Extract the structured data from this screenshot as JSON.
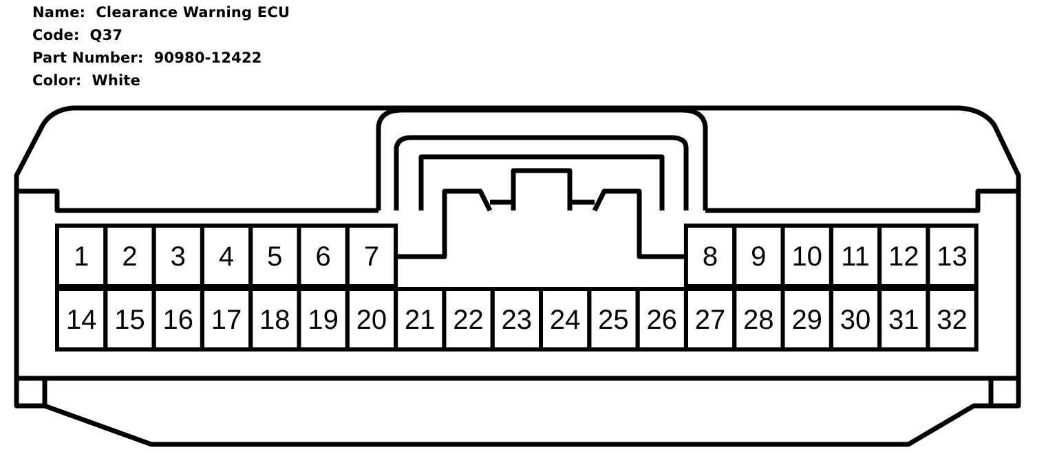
{
  "info": {
    "name_label": "Name:",
    "name_value": "Clearance Warning ECU",
    "code_label": "Code:",
    "code_value": "Q37",
    "part_label": "Part Number:",
    "part_value": "90980-12422",
    "color_label": "Color:",
    "color_value": "White"
  },
  "connector": {
    "top_row_pins": [
      "1",
      "2",
      "3",
      "4",
      "5",
      "6",
      "7",
      "8",
      "9",
      "10",
      "11",
      "12",
      "13"
    ],
    "bottom_row_pins": [
      "14",
      "15",
      "16",
      "17",
      "18",
      "19",
      "20",
      "21",
      "22",
      "23",
      "24",
      "25",
      "26",
      "27",
      "28",
      "29",
      "30",
      "31",
      "32"
    ]
  }
}
